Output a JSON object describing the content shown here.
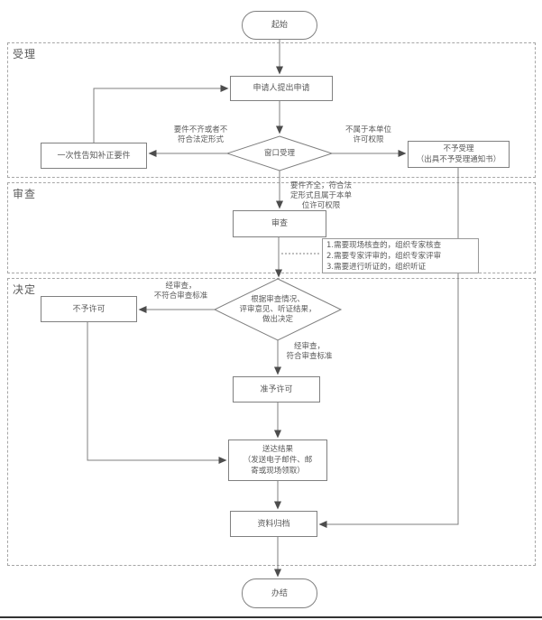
{
  "flowchart": {
    "start": {
      "label": "起始"
    },
    "end": {
      "label": "办结"
    },
    "sections": {
      "accept": {
        "label": "受理"
      },
      "review": {
        "label": "审查"
      },
      "decide": {
        "label": "决定"
      }
    },
    "nodes": {
      "apply": {
        "label": "申请人提出申请"
      },
      "window": {
        "label": "窗口受理"
      },
      "notify": {
        "label": "一次性告知补正要件"
      },
      "reject_accept": {
        "label": "不予受理\n（出具不予受理通知书）"
      },
      "review_step": {
        "label": "审查"
      },
      "notes": {
        "label": "1.需要现场核查的，组织专家核查\n2.需要专家评审的，组织专家评审\n3.需要进行听证的，组织听证"
      },
      "decision": {
        "label": "根据审查情况、\n评审意见、听证结果，\n做出决定"
      },
      "deny": {
        "label": "不予许可"
      },
      "grant": {
        "label": "准予许可"
      },
      "deliver": {
        "label": "送达结果\n（发送电子邮件、邮\n寄或现场领取）"
      },
      "archive": {
        "label": "资料归档"
      }
    },
    "edge_labels": {
      "incomplete": {
        "label": "要件不齐或者不\n符合法定形式"
      },
      "not_authority": {
        "label": "不属于本单位\n许可权限"
      },
      "complete": {
        "label": "要件齐全，符合法\n定形式且属于本单\n位许可权限"
      },
      "fail": {
        "label": "经审查，\n不符合审查标准"
      },
      "pass": {
        "label": "经审查，\n符合审查标准"
      }
    }
  }
}
